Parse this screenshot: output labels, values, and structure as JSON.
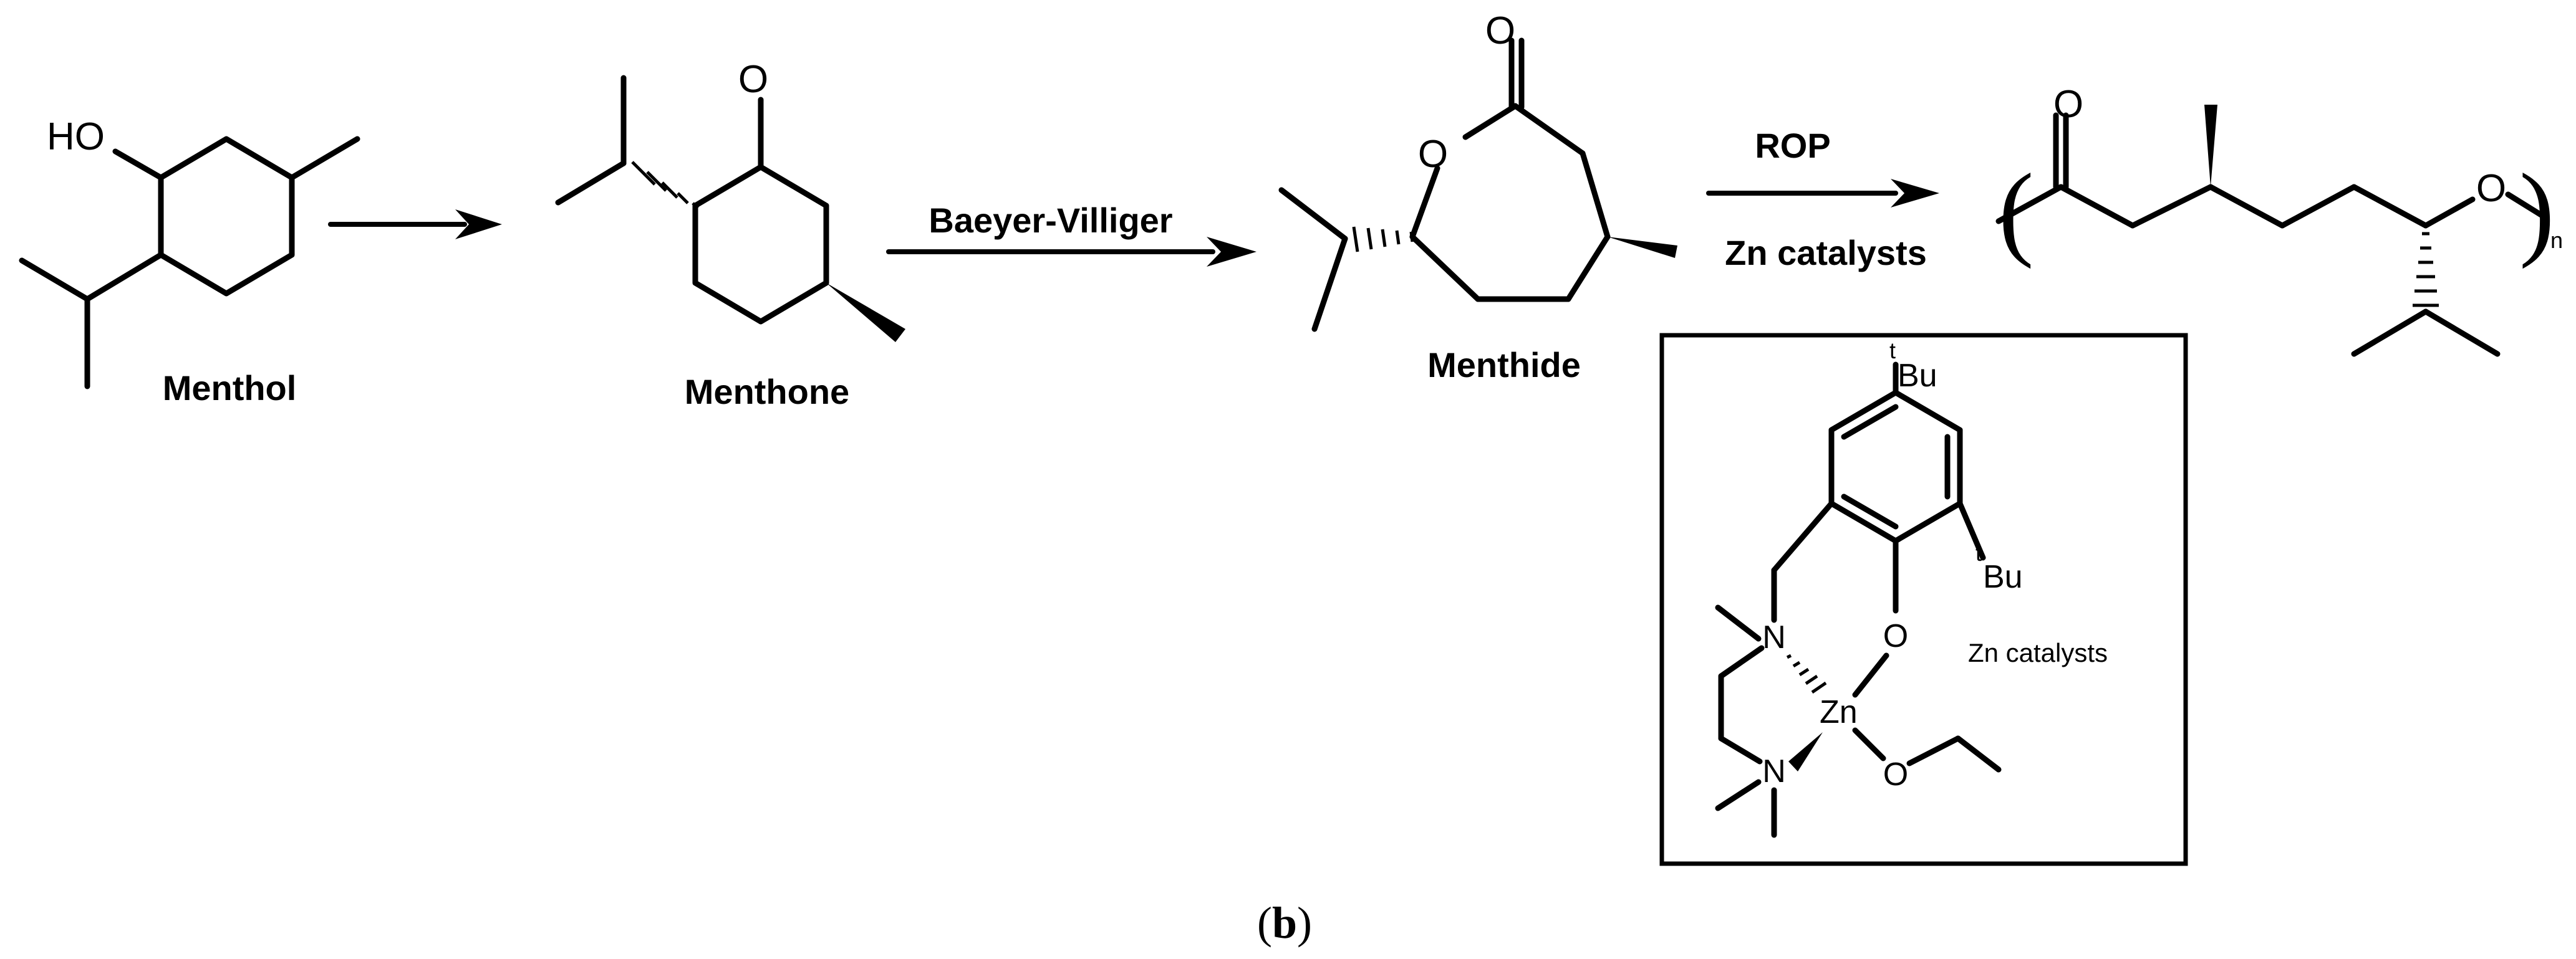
{
  "molecules": {
    "menthol": {
      "name": "Menthol",
      "atom_labels": {
        "hydroxyl": "HO"
      }
    },
    "menthone": {
      "name": "Menthone",
      "atom_labels": {
        "carbonyl_o": "O"
      }
    },
    "menthide": {
      "name": "Menthide",
      "atom_labels": {
        "carbonyl_o": "O",
        "ring_o": "O"
      }
    },
    "polymer": {
      "atom_labels": {
        "carbonyl_o": "O",
        "chain_o": "O"
      },
      "repeat_subscript": "n"
    },
    "zn_catalyst": {
      "label": "Zn catalysts",
      "atom_labels": {
        "tbu_prefix_1": "t",
        "tbu_1": "Bu",
        "tbu_prefix_2": "t",
        "tbu_2": "Bu",
        "n_top": "N",
        "n_bottom": "N",
        "o_phenoxide": "O",
        "zn": "Zn",
        "o_ethoxide": "O"
      }
    }
  },
  "arrows": [
    {
      "from": "menthol",
      "to": "menthone",
      "above": "",
      "below": ""
    },
    {
      "from": "menthone",
      "to": "menthide",
      "above": "Baeyer-Villiger",
      "below": ""
    },
    {
      "from": "menthide",
      "to": "polymer",
      "above": "ROP",
      "below": "Zn catalysts"
    }
  ],
  "panel_label": {
    "open": "(",
    "letter": "b",
    "close": ")"
  }
}
